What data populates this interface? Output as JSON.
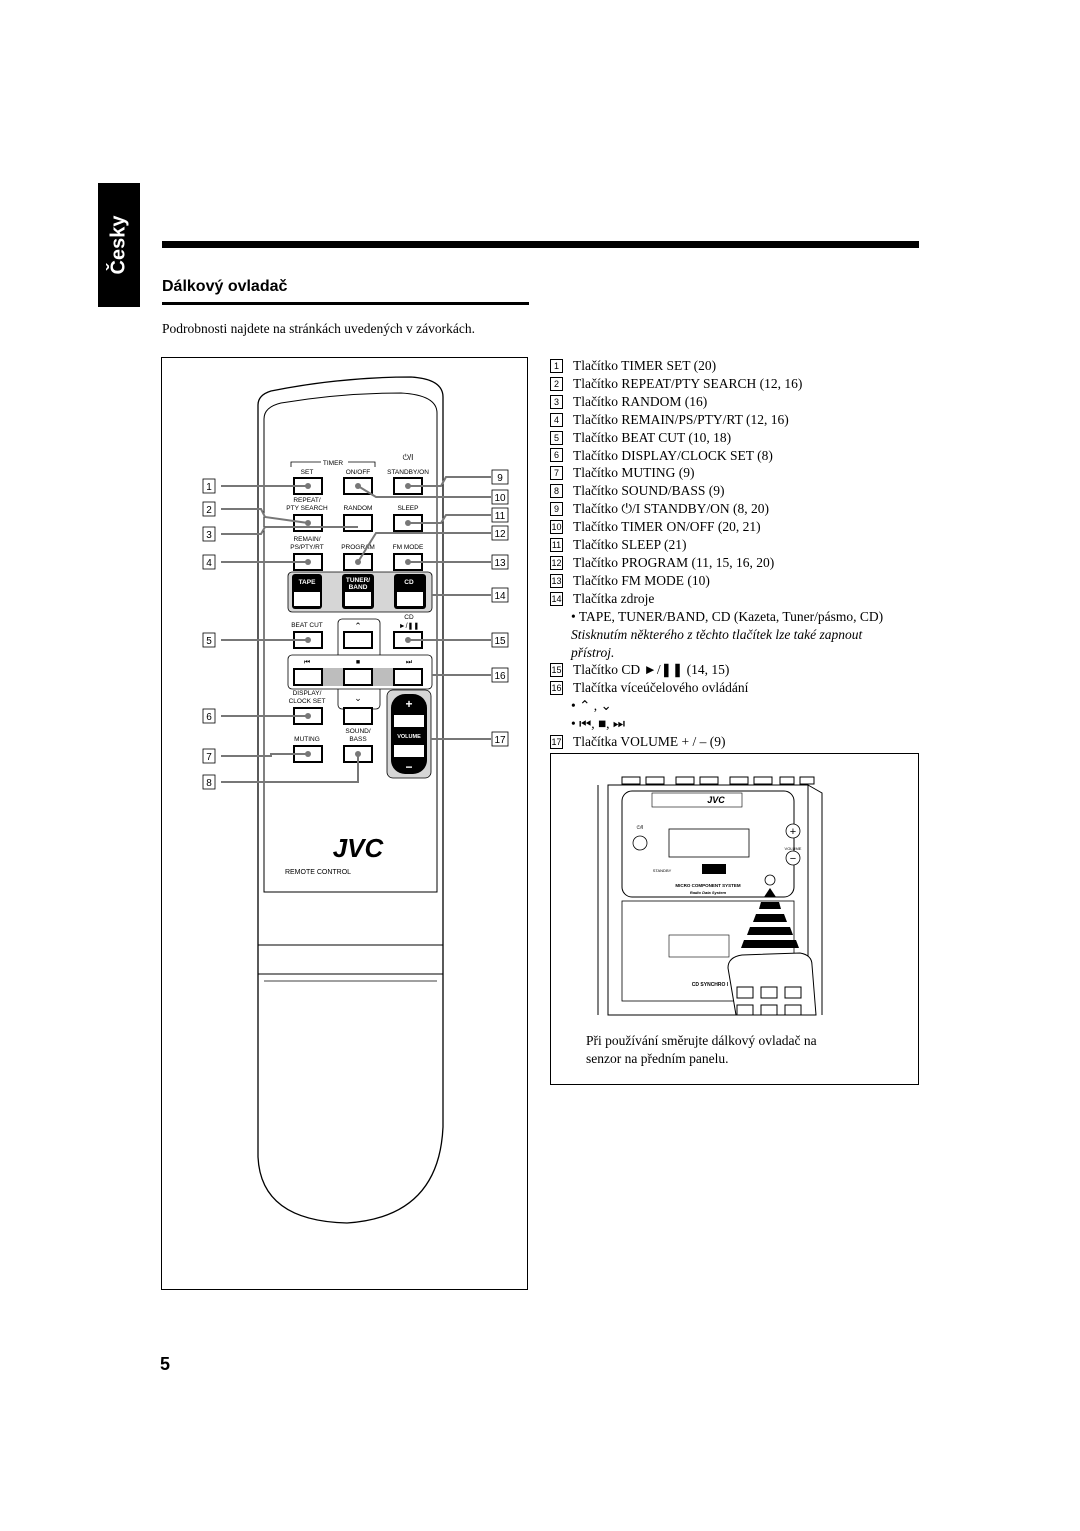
{
  "side_tab": "Česky",
  "heading": "Dálkový ovladač",
  "intro": "Podrobnosti najdete na stránkách uvedených v závorkách.",
  "remote": {
    "timer": "TIMER",
    "standby_on_symbol": "⏻/I",
    "set": "SET",
    "on_off": "ON/OFF",
    "standby_on": "STANDBY/ON",
    "repeat": "REPEAT/",
    "pty_search": "PTY SEARCH",
    "random": "RANDOM",
    "sleep": "SLEEP",
    "remain": "REMAIN/",
    "ps_pty_rt": "PS/PTY/RT",
    "program": "PROGRAM",
    "fm_mode": "FM MODE",
    "tape": "TAPE",
    "tuner": "TUNER/",
    "band": "BAND",
    "cd": "CD",
    "cd2": "CD",
    "play_pause": "►/❚❚",
    "beat_cut": "BEAT CUT",
    "display": "DISPLAY/",
    "clock_set": "CLOCK SET",
    "muting": "MUTING",
    "sound": "SOUND/",
    "bass": "BASS",
    "volume": "VOLUME",
    "plus": "+",
    "minus": "−",
    "brand": "JVC",
    "remote_control": "REMOTE CONTROL",
    "prev": "⏮",
    "stop": "■",
    "next": "⏭",
    "callouts_left": [
      "1",
      "2",
      "3",
      "4",
      "5",
      "6",
      "7",
      "8"
    ],
    "callouts_right": [
      "9",
      "10",
      "11",
      "12",
      "13",
      "14",
      "15",
      "16",
      "17"
    ]
  },
  "items": [
    {
      "num": "1",
      "text": "Tlačítko TIMER SET (20)"
    },
    {
      "num": "2",
      "text": "Tlačítko REPEAT/PTY SEARCH (12, 16)"
    },
    {
      "num": "3",
      "text": "Tlačítko RANDOM (16)"
    },
    {
      "num": "4",
      "text": "Tlačítko REMAIN/PS/PTY/RT (12, 16)"
    },
    {
      "num": "5",
      "text": "Tlačítko BEAT CUT (10, 18)"
    },
    {
      "num": "6",
      "text": "Tlačítko DISPLAY/CLOCK SET (8)"
    },
    {
      "num": "7",
      "text": "Tlačítko MUTING (9)"
    },
    {
      "num": "8",
      "text": "Tlačítko SOUND/BASS (9)"
    },
    {
      "num": "9",
      "text": "Tlačítko ⏻/I STANDBY/ON (8, 20)"
    },
    {
      "num": "10",
      "text": "Tlačítko TIMER ON/OFF (20, 21)"
    },
    {
      "num": "11",
      "text": "Tlačítko SLEEP (21)"
    },
    {
      "num": "12",
      "text": "Tlačítko PROGRAM (11, 15, 16, 20)"
    },
    {
      "num": "13",
      "text": "Tlačítko FM MODE (10)"
    },
    {
      "num": "14",
      "text": "Tlačítka zdroje"
    },
    {
      "num": "15",
      "text": "Tlačítko CD ►/❚❚ (14, 15)"
    },
    {
      "num": "16",
      "text": "Tlačítka víceúčelového ovládání"
    },
    {
      "num": "17",
      "text": "Tlačítka VOLUME + / –  (9)"
    }
  ],
  "item14_sub": "• TAPE, TUNER/BAND, CD (Kazeta, Tuner/pásmo, CD)",
  "item14_note_1": "Stisknutím některého z těchto tlačítek lze také zapnout",
  "item14_note_2": "přístroj.",
  "item16_sub1": "• ⌃ , ⌄",
  "item16_sub2": "• ⏮, ■, ⏭",
  "unit": {
    "brand": "JVC",
    "standby": "STANDBY",
    "volume": "VOLUME",
    "system": "MICRO COMPONENT SYSTEM",
    "rds": "Radio Data System",
    "cd_synchro": "CD SYNCHRO I",
    "standby_symbol": "⏻/I"
  },
  "caption_1": "Při používání směrujte dálkový ovladač na",
  "caption_2": "senzor na předním panelu.",
  "page_number": "5"
}
